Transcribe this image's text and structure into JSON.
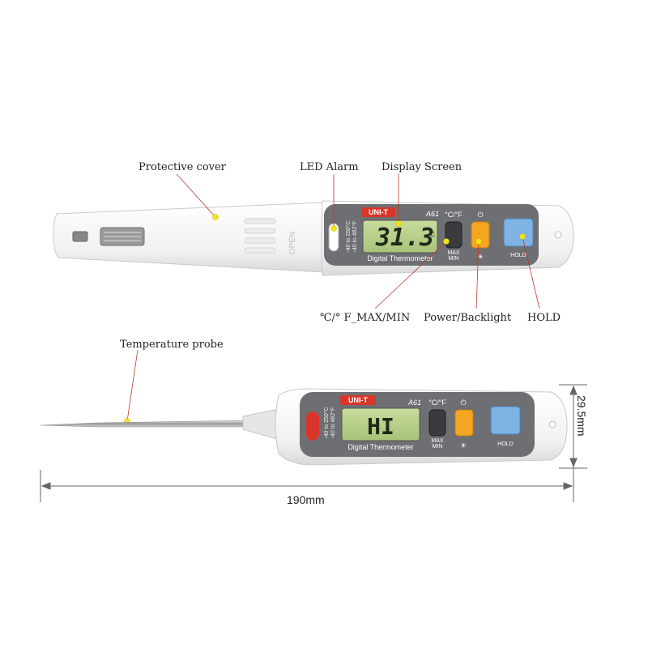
{
  "callouts": {
    "protective_cover": "Protective cover",
    "led_alarm": "LED Alarm",
    "display_screen": "Display Screen",
    "unit_maxmin": "℃/° F_MAX/MIN",
    "power_backlight": "Power/Backlight",
    "hold": "HOLD",
    "temperature_probe": "Temperature probe"
  },
  "device": {
    "brand": "UNI-T",
    "model": "A61",
    "name": "Digital Thermometer",
    "range_c": "-40 to 250°C",
    "range_f": "-40 to 482°F",
    "unit_button_label": "°C/°F",
    "maxmin_label_1": "MAX",
    "maxmin_label_2": "MIN",
    "hold_label": "HOLD",
    "reading_top": "31.3",
    "reading_top_unit": "C",
    "reading_bottom": "HI",
    "cover_text": "OPEN"
  },
  "dimensions": {
    "length": "190mm",
    "height": "29.5mm"
  },
  "colors": {
    "led_red": "#d9352b",
    "power_orange": "#f5a623",
    "hold_blue": "#7fb3e3",
    "annotation_red": "#c0392b",
    "lcd_green": "#b9d08a",
    "marker_yellow": "#f2e417"
  }
}
